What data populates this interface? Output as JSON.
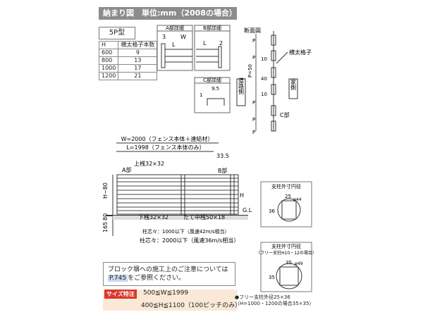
{
  "header": {
    "title": "納まり図　単位:mm（2008の場合）"
  },
  "type_label": "5P型",
  "h_table": {
    "headers": [
      "H",
      "横太格子本数"
    ],
    "rows": [
      [
        "600",
        "9"
      ],
      [
        "800",
        "13"
      ],
      [
        "1000",
        "17"
      ],
      [
        "1200",
        "21"
      ]
    ]
  },
  "detail_a": {
    "title": "A部詳細",
    "dim1": "3",
    "dim2": "W",
    "dim3": "L"
  },
  "detail_b": {
    "title": "B部詳細",
    "dim1": "L",
    "dim2": "2"
  },
  "detail_c": {
    "title": "C部詳細",
    "dim1": "9.5",
    "dim2": "1"
  },
  "section": {
    "title": "断面図",
    "p": "P",
    "dims": [
      "10",
      "40",
      "10"
    ],
    "p50": "P=50",
    "label_bar": "横太格子",
    "road": "道路側",
    "house": "家側",
    "c_part": "C部"
  },
  "elevation": {
    "w_label": "W=2000（フェンス本体＋連結材）",
    "l_label": "L=1998（フェンス本体のみ）",
    "d335": "33.5",
    "top_rail": "上桟32×32",
    "a_part": "A部",
    "b_part": "B部",
    "h_dim": "H−80",
    "h": "H",
    "dim80": "80",
    "dim165": "165",
    "bottom_rail": "下桟32×32",
    "mid_rail": "たて中桟50×18",
    "gl": "G.L",
    "core1": "柱芯々：1000以下（風速42m/s相当）",
    "core2": "柱芯々：2000以下（風速36m/s相当）"
  },
  "post1": {
    "title": "支柱外寸円径",
    "dim_a": "25",
    "dim_b": "36",
    "phi": "φ44"
  },
  "post2": {
    "title": "支柱外寸円径",
    "subtitle": "（フリー支柱H10・12の場合）",
    "dim_a": "35",
    "dim_b": "35",
    "phi": "φ49"
  },
  "note": {
    "line1": "ブロック塀への施工上のご注意については",
    "ref": "P.745",
    "line2": "をご参照ください。"
  },
  "size": {
    "tag": "サイズ特注",
    "line1": "500≦W≦1999",
    "line2": "400≦H≦1100（100ピッチのみ）"
  },
  "free_post": {
    "line1": "●フリー支柱外径25×36",
    "line2": "（H=1000・1200の場合35×35）"
  }
}
